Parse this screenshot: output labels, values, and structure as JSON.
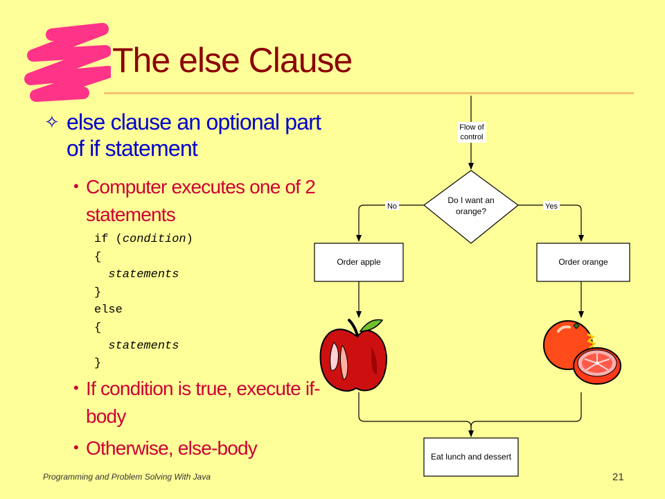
{
  "title": "The else Clause",
  "bullets": {
    "main": "else clause an optional part of if statement",
    "sub1": "Computer executes one of 2 statements",
    "sub2": "If condition is true, execute if-body",
    "sub3": "Otherwise, else-body"
  },
  "code": {
    "kw_if": "if",
    "paren_open": "(",
    "condition": "condition",
    "paren_close": ")",
    "brace_open": "{",
    "statements": "statements",
    "brace_close": "}",
    "kw_else": "else"
  },
  "flowchart": {
    "flow_label_1": "Flow of",
    "flow_label_2": "control",
    "decision_1": "Do I want an",
    "decision_2": "orange?",
    "no_label": "No",
    "yes_label": "Yes",
    "left_box": "Order apple",
    "right_box": "Order orange",
    "bottom_box": "Eat lunch and dessert"
  },
  "footer": {
    "course": "Programming and Problem Solving With Java",
    "page_number": "21"
  },
  "colors": {
    "background": "#ffff99",
    "title": "#8b0000",
    "level1": "#0000cc",
    "level2": "#cc0033",
    "marker": "#ff3388",
    "rule": "#f3c26b"
  }
}
